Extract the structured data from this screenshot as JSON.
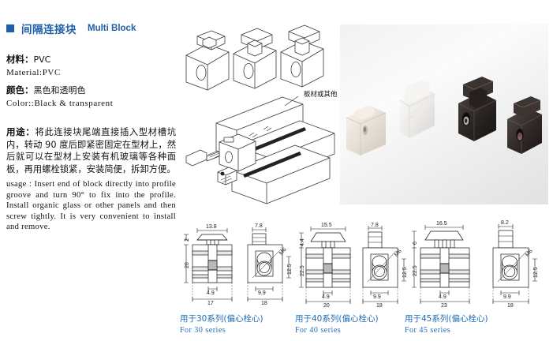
{
  "header": {
    "bullet_color": "#1f5fa9",
    "title_cn": "间隔连接块",
    "title_en": "Multi Block"
  },
  "spec": {
    "material": {
      "label_cn": "材料：",
      "value_cn": "PVC",
      "line_en": "Material:PVC"
    },
    "color": {
      "label_cn": "颜色：",
      "value_cn": "黑色和透明色",
      "line_en": "Color::Black & transparent"
    },
    "usage": {
      "label_cn": "用途：",
      "text_cn": "将此连接块尾端直接插入型材槽坑内，转动 90 度后即紧密固定在型材上，然后就可以在型材上安装有机玻璃等各种面板，再用螺栓锁紧，安装简便，拆卸方便。",
      "text_en": "usage : Insert end of block directly into profile groove and turn 90° to fix into the profile. Install organic glass or other panels and then screw tightly. It is very convenient to install and remove."
    }
  },
  "cad": {
    "note_cn": "板材或其他"
  },
  "photo": {
    "blocks": [
      {
        "name": "transparent-block-small",
        "finish": "transparent"
      },
      {
        "name": "transparent-block-large",
        "finish": "transparent"
      },
      {
        "name": "black-block-large",
        "finish": "black"
      },
      {
        "name": "black-block-small",
        "finish": "black"
      }
    ]
  },
  "drawings": [
    {
      "id": "for-30-series",
      "caption_cn": "用于30系列(偏心栓心)",
      "caption_en": "For 30 series",
      "front": {
        "top_width": "13.8",
        "cap_height": "2",
        "body_height": "20",
        "inner_width": "4.9",
        "overall_width": "17"
      },
      "side": {
        "top_width": "7.8",
        "thread": "M6",
        "hole_height": "12.5",
        "inner_width": "9.9",
        "overall_width": "18"
      }
    },
    {
      "id": "for-40-series",
      "caption_cn": "用于40系列(偏心栓心)",
      "caption_en": "For 40 series",
      "front": {
        "top_width": "15.5",
        "cap_height": "4.4",
        "body_height": "22.5",
        "inner_width": "4.9",
        "overall_width": "20"
      },
      "side": {
        "top_width": "7.8",
        "thread": "M6",
        "hole_height": "12.5",
        "inner_width": "9.9",
        "overall_width": "18"
      }
    },
    {
      "id": "for-45-series",
      "caption_cn": "用于45系列(偏心栓心)",
      "caption_en": "For 45 series",
      "front": {
        "top_width": "16.5",
        "cap_height": "6",
        "body_height": "22.5",
        "inner_width": "4.9",
        "overall_width": "23"
      },
      "side": {
        "top_width": "8.2",
        "thread": "M6",
        "hole_height": "12.5",
        "inner_width": "9.9",
        "overall_width": "18"
      }
    }
  ],
  "colors": {
    "accent": "#1f5fa9",
    "caption": "#1f6cb5",
    "line": "#1a1a1a"
  }
}
